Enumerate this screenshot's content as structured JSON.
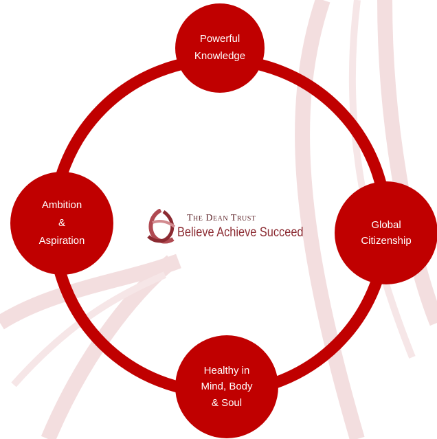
{
  "colors": {
    "node_fill": "#c00000",
    "ring_stroke": "#c00000",
    "node_text": "#ffffff",
    "background_swirl": "#f3dedf",
    "logo_text": "#7a2a30"
  },
  "nodes": {
    "top": "Powerful\nKnowledge",
    "right": "Global\nCitizenship",
    "bottom": "Healthy in\nMind, Body\n& Soul",
    "left": "Ambition\n&\nAspiration"
  },
  "logo": {
    "title": "The Dean Trust",
    "tagline": "Believe Achieve Succeed",
    "icon": "dean-trust-ribbon-icon"
  }
}
